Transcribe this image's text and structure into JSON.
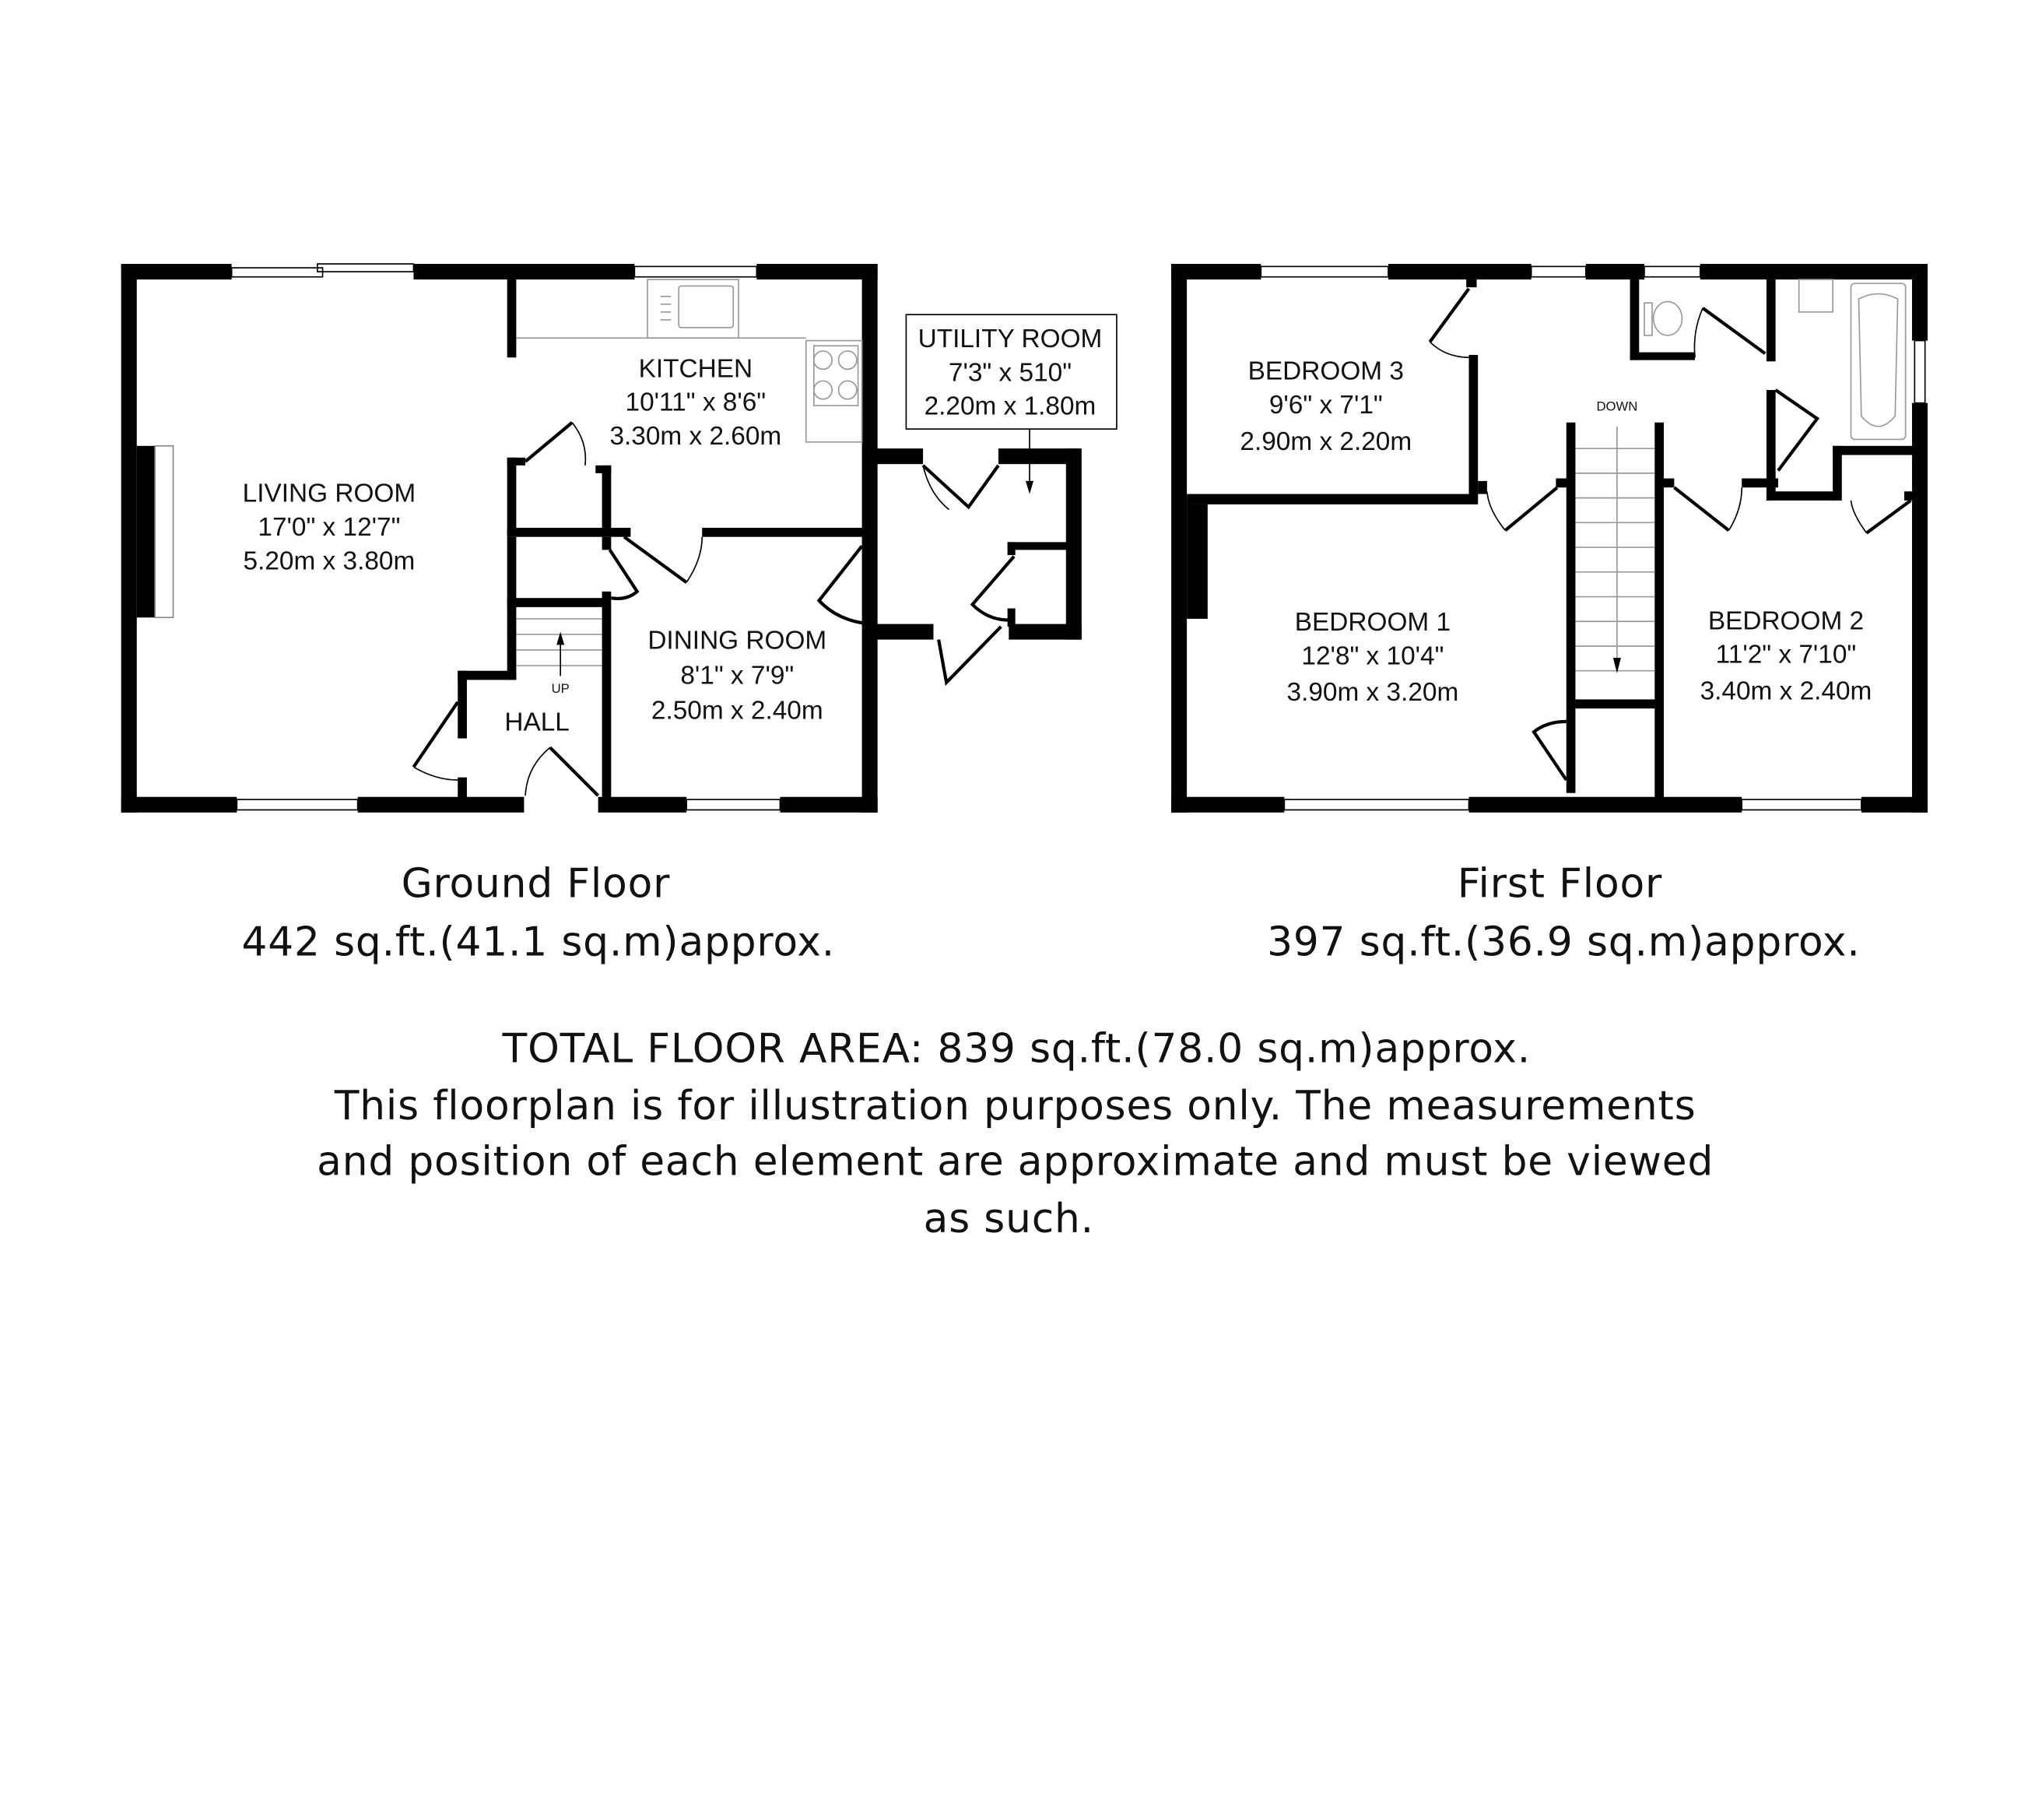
{
  "ground_floor": {
    "rooms": [
      {
        "name": "LIVING ROOM",
        "imperial": "17'0\" x 12'7\"",
        "metric": "5.20m x 3.80m"
      },
      {
        "name": "KITCHEN",
        "imperial": "10'11\" x 8'6\"",
        "metric": "3.30m x 2.60m"
      },
      {
        "name": "UTILITY ROOM",
        "imperial": "7'3\" x 510\"",
        "metric": "2.20m x 1.80m"
      },
      {
        "name": "DINING ROOM",
        "imperial": "8'1\" x 7'9\"",
        "metric": "2.50m x 2.40m"
      },
      {
        "name": "HALL"
      }
    ],
    "stairs_label": "UP",
    "title": "Ground Floor",
    "area": "442 sq.ft.(41.1 sq.m)approx."
  },
  "first_floor": {
    "rooms": [
      {
        "name": "BEDROOM 3",
        "imperial": "9'6\" x 7'1\"",
        "metric": "2.90m x 2.20m"
      },
      {
        "name": "BEDROOM 1",
        "imperial": "12'8\" x 10'4\"",
        "metric": "3.90m x 3.20m"
      },
      {
        "name": "BEDROOM 2",
        "imperial": "11'2\" x 7'10\"",
        "metric": "3.40m x 2.40m"
      }
    ],
    "stairs_label": "DOWN",
    "title": "First Floor",
    "area": "397 sq.ft.(36.9 sq.m)approx."
  },
  "footer": {
    "total": "TOTAL FLOOR AREA: 839 sq.ft.(78.0 sq.m)approx.",
    "disclaimer_1": "This floorplan is for illustration purposes only. The measurements",
    "disclaimer_2": "and position of each element are approximate and must be viewed",
    "disclaimer_3": "as such."
  }
}
